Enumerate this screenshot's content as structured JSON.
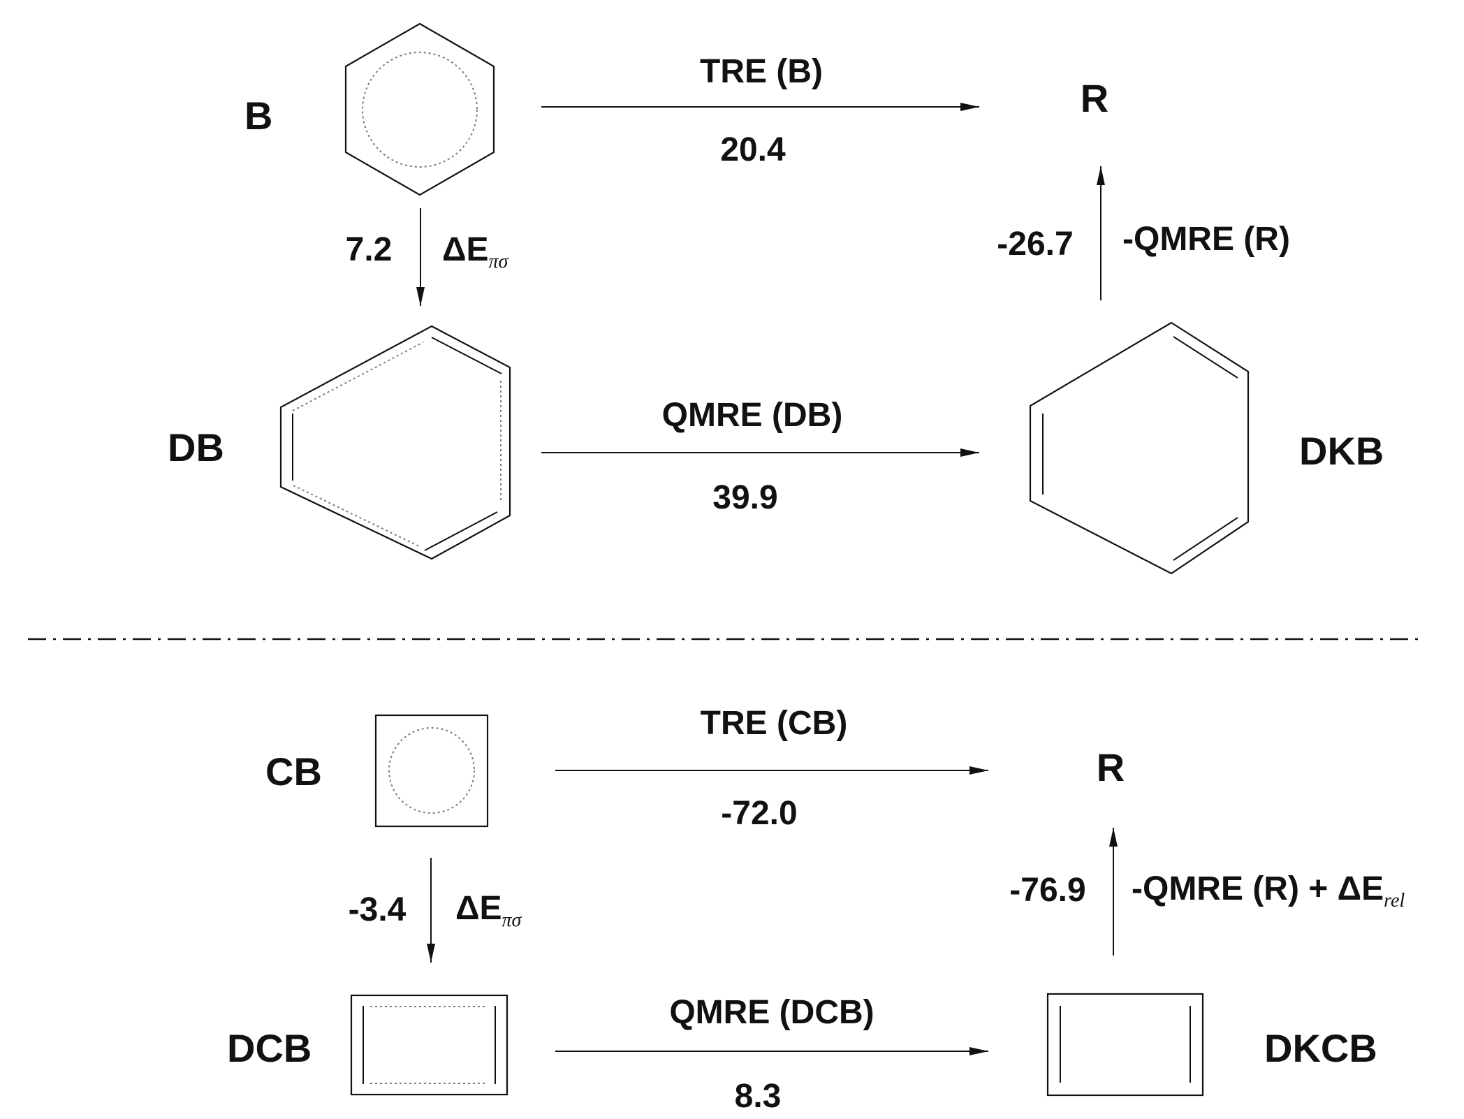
{
  "top": {
    "benzene_label": "B",
    "tre_label": "TRE (B)",
    "tre_value": "20.4",
    "r_label": "R",
    "delta_value": "7.2",
    "delta_symbol": "ΔE",
    "delta_sub": "πσ",
    "qmre_r_value": "-26.7",
    "qmre_r_label": "-QMRE (R)",
    "db_label": "DB",
    "qmre_label": "QMRE (DB)",
    "qmre_value": "39.9",
    "dkb_label": "DKB"
  },
  "bottom": {
    "cb_label": "CB",
    "tre_label": "TRE (CB)",
    "tre_value": "-72.0",
    "r_label": "R",
    "delta_value": "-3.4",
    "delta_symbol": "ΔE",
    "delta_sub": "πσ",
    "qmre_r_value": "-76.9",
    "qmre_r_label": "-QMRE (R) + ΔE",
    "qmre_r_sub": "rel",
    "dcb_label": "DCB",
    "qmre_label": "QMRE (DCB)",
    "qmre_value": "8.3",
    "dkcb_label": "DKCB"
  }
}
